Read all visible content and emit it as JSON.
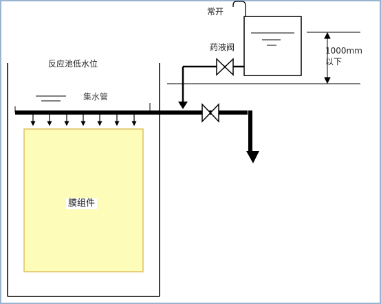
{
  "labels": {
    "normally_open": "常开",
    "dosing_valve": "药液阀",
    "reactor_low_level": "反应池低水位",
    "collector_pipe": "集水管",
    "membrane_module": "膜组件",
    "dimension_line1": "1000mm",
    "dimension_line2": "以下"
  },
  "colors": {
    "line": "#000000",
    "membrane_fill": "#fdfcb9",
    "membrane_border": "#e0c060",
    "frame_border": "#9ab4d0"
  },
  "icons": {
    "valve": "bowtie-valve-icon",
    "faucet": "faucet-icon",
    "flow_arrow": "down-arrow-icon"
  }
}
